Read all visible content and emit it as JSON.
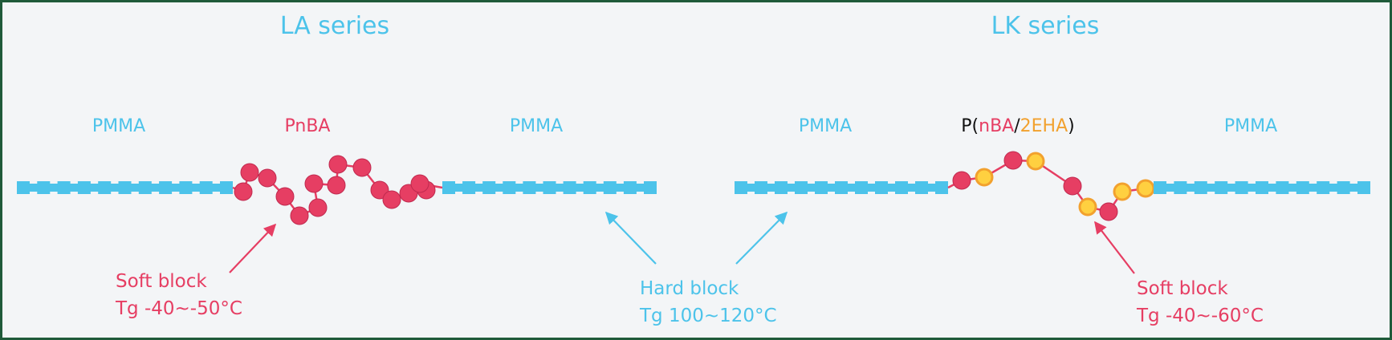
{
  "colors": {
    "hard": "#4cc3ea",
    "soft": "#e63e63",
    "soft_dark": "#c02a4f",
    "orange": "#f2a12e",
    "orange_fill": "#ffd040",
    "label_dark": "#111111",
    "frame": "#1f5a3a",
    "background": "#f3f5f7"
  },
  "la": {
    "title": "LA series",
    "left_label": "PMMA",
    "mid_label": "PnBA",
    "right_label": "PMMA",
    "soft_note_line1": "Soft block",
    "soft_note_line2": "Tg -40~-50°C"
  },
  "lk": {
    "title": "LK series",
    "left_label": "PMMA",
    "mid_prefix": "P(",
    "mid_nba": "nBA",
    "mid_slash": "/",
    "mid_2eha": "2EHA",
    "mid_suffix": ")",
    "right_label": "PMMA",
    "soft_note_line1": "Soft block",
    "soft_note_line2": "Tg -40~-60°C"
  },
  "hard_note": {
    "line1": "Hard block",
    "line2": "Tg 100~120°C"
  }
}
